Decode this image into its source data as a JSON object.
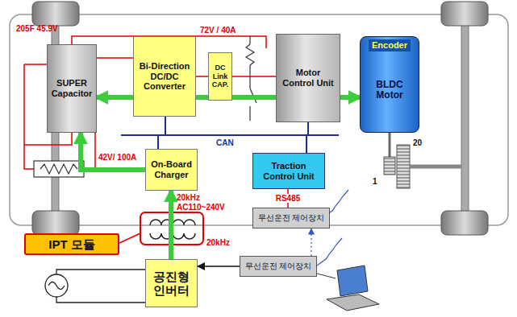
{
  "diagram": {
    "nodes": [
      {
        "text": [
          "SUPER Capacitor"
        ]
      },
      {
        "text": [
          "Bi-Direction DC/DC Converter"
        ]
      },
      {
        "text": [
          "DC Link CAP."
        ]
      },
      {
        "text": [
          "Motor Control Unit"
        ]
      },
      {
        "text": [
          "Encoder",
          "BLDC Motor"
        ]
      },
      {
        "text": [
          "On-Board Charger"
        ]
      },
      {
        "text": [
          "Traction Control Unit"
        ]
      },
      {
        "text": [
          "무선운전 제어장치"
        ]
      },
      {
        "text": [
          "IPT 모듈"
        ]
      },
      {
        "text": [
          "공진형 인버터"
        ]
      },
      {
        "text": [
          "무선운전 제어장치"
        ]
      }
    ],
    "edges": [
      {
        "from": 0,
        "to": 4,
        "arrow": "both"
      },
      {
        "from": 9,
        "to": 5,
        "arrow": "to"
      },
      {
        "from": 5,
        "to": 0,
        "arrow": "to"
      },
      {
        "from": 6,
        "to": 7,
        "label": "RS485",
        "arrow": "none"
      },
      {
        "from": 10,
        "to": 9,
        "arrow": "to"
      },
      {
        "from": 10,
        "to": 7,
        "arrow": "to"
      },
      {
        "from": 0,
        "to": 1,
        "arrow": "none"
      },
      {
        "from": 1,
        "to": 2,
        "arrow": "none"
      },
      {
        "from": 2,
        "to": 3,
        "arrow": "none"
      }
    ],
    "labels": [
      "205F 45.9V",
      "72V / 40A",
      "CAN",
      "42V/ 100A",
      "20kHz",
      "AC110~240V",
      "20kHz",
      "1",
      "20"
    ]
  }
}
